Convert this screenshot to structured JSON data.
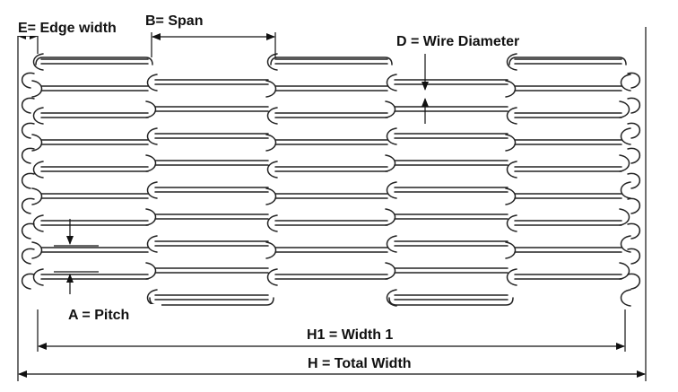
{
  "labels": {
    "edge_width": "E= Edge width",
    "span": "B= Span",
    "wire_diameter": "D = Wire Diameter",
    "pitch": "A = Pitch",
    "width1": "H1 = Width 1",
    "total_width": "H = Total Width"
  }
}
